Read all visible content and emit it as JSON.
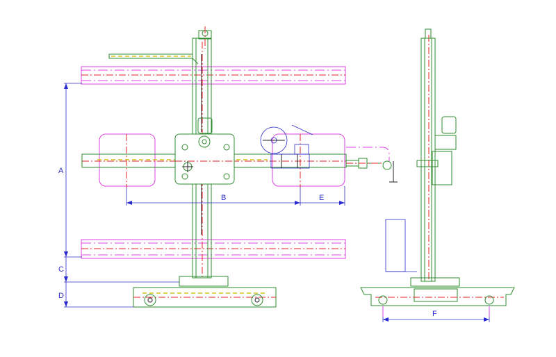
{
  "dimensions": {
    "a": "A",
    "b": "B",
    "c": "C",
    "d": "D",
    "e": "E",
    "f": "F"
  },
  "colors": {
    "structure": "#2e8b2e",
    "track_outline": "#e040e0",
    "centerline": "#e02020",
    "dimension": "#2a2acc",
    "cable_chain": "#d4c21a",
    "outline": "#222222"
  }
}
